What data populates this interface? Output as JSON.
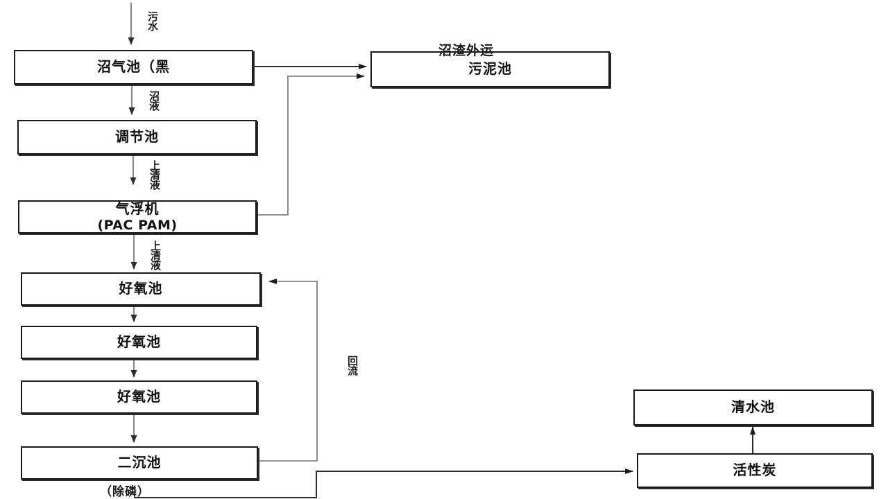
{
  "diagram": {
    "title_note": "沼渣外运",
    "nodes": [
      {
        "id": "biogas",
        "label": "沼气池（黑",
        "sub": ""
      },
      {
        "id": "sludge",
        "label": "污泥池",
        "sub": ""
      },
      {
        "id": "regulate",
        "label": "调节池",
        "sub": ""
      },
      {
        "id": "flotation",
        "label": "气浮机",
        "sub": "(PAC PAM)"
      },
      {
        "id": "aerobic1",
        "label": "好氧池",
        "sub": ""
      },
      {
        "id": "aerobic2",
        "label": "好氧池",
        "sub": ""
      },
      {
        "id": "aerobic3",
        "label": "好氧池",
        "sub": ""
      },
      {
        "id": "settler",
        "label": "二沉池",
        "sub": ""
      },
      {
        "id": "carbon",
        "label": "活性炭",
        "sub": ""
      },
      {
        "id": "clearwater",
        "label": "清水池",
        "sub": ""
      }
    ],
    "edge_labels": {
      "influent": "污水",
      "biogas_liquid": "沼液",
      "supernatant_1": "上清液",
      "supernatant_2": "上清液",
      "return_flow": "回流"
    },
    "annotations": {
      "dephosphorization": "（除磷）"
    },
    "colors": {
      "stroke": "#2d2d2d",
      "stroke_light": "#8a8a8a",
      "box_border": "#1a1a1a",
      "text": "#111111",
      "background": "#ffffff"
    }
  }
}
